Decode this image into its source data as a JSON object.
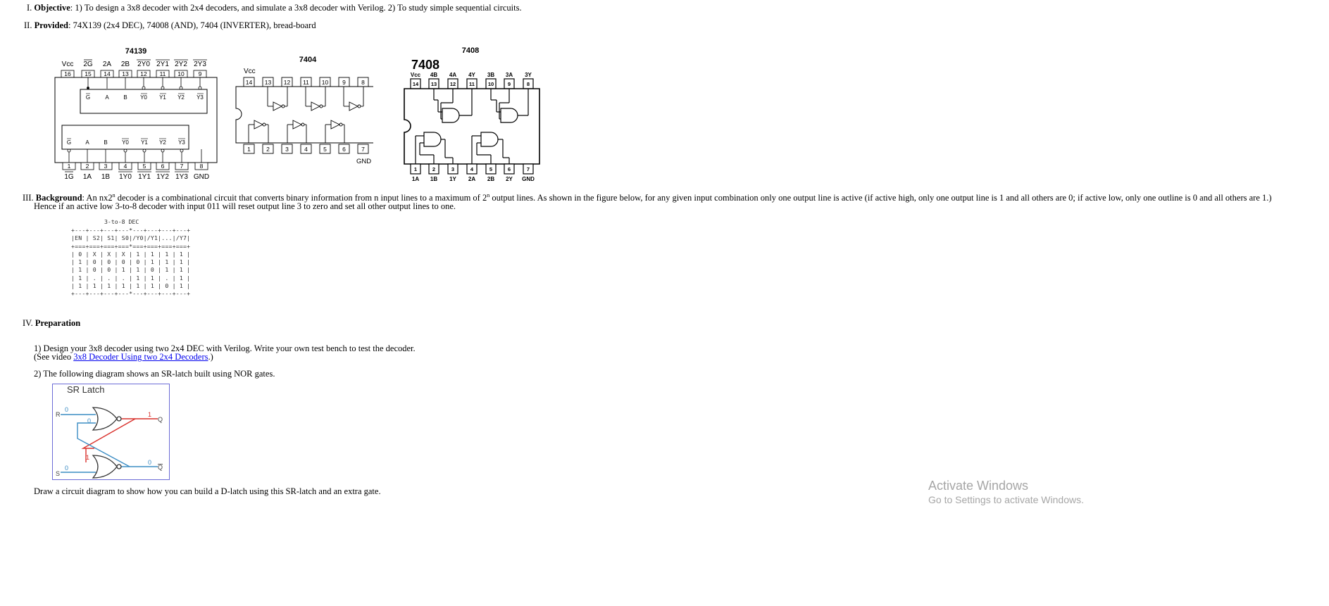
{
  "objective": {
    "prefix": "I.",
    "label": "Objective",
    "text": ": 1) To design a 3x8 decoder with 2x4 decoders, and simulate a 3x8 decoder with Verilog. 2) To study simple sequential circuits."
  },
  "provided": {
    "prefix": "II.",
    "label": "Provided",
    "text": ": 74X139 (2x4 DEC), 74008 (AND), 7404 (INVERTER), bread-board"
  },
  "chips": {
    "c74139": {
      "title": "74139",
      "top_labels": [
        "Vcc",
        "2G",
        "2A",
        "2B",
        "2Y0",
        "2Y1",
        "2Y2",
        "2Y3"
      ],
      "top_pins": [
        "16",
        "15",
        "14",
        "13",
        "12",
        "11",
        "10",
        "9"
      ],
      "upper_inner": [
        "G",
        "A",
        "B",
        "Y0",
        "Y1",
        "Y2",
        "Y3"
      ],
      "lower_inner": [
        "G",
        "A",
        "B",
        "Y0",
        "Y1",
        "Y2",
        "Y3"
      ],
      "bottom_pins": [
        "1",
        "2",
        "3",
        "4",
        "5",
        "6",
        "7",
        "8"
      ],
      "bottom_labels": [
        "1G",
        "1A",
        "1B",
        "1Y0",
        "1Y1",
        "1Y2",
        "1Y3",
        "GND"
      ]
    },
    "c7404": {
      "title": "7404",
      "vcc": "Vcc",
      "top_pins": [
        "14",
        "13",
        "12",
        "11",
        "10",
        "9",
        "8"
      ],
      "bottom_pins": [
        "1",
        "2",
        "3",
        "4",
        "5",
        "6",
        "7"
      ],
      "gnd": "GND"
    },
    "c7408": {
      "title": "7408",
      "name": "7408",
      "top_labels": [
        "Vcc",
        "4B",
        "4A",
        "4Y",
        "3B",
        "3A",
        "3Y"
      ],
      "top_pins": [
        "14",
        "13",
        "12",
        "11",
        "10",
        "9",
        "8"
      ],
      "bottom_pins": [
        "1",
        "2",
        "3",
        "4",
        "5",
        "6",
        "7"
      ],
      "bottom_labels": [
        "1A",
        "1B",
        "1Y",
        "2A",
        "2B",
        "2Y",
        "GND"
      ]
    }
  },
  "background": {
    "prefix": "III.",
    "label": "Background",
    "text_a": ": An nx2",
    "sup_a": "n",
    "text_b": " decoder is a combinational circuit that converts binary information from n input lines to a maximum of 2",
    "sup_b": "n",
    "text_c": " output lines. As shown in the figure below, for any given input combination only one output line is active (if active high, only one output line is 1 and all others are 0; if active low, only one outline is 0 and all others are 1.)",
    "line2": "Hence if an active low 3-to-8 decoder with input 011 will reset output line 3 to zero and set all other output lines to one."
  },
  "truth_table": {
    "caption": "3-to-8 DEC",
    "lines": [
      "+---+---+---+---*---+---+---+---+",
      "|EN | S2| S1| S0|/Y0|/Y1|...|/Y7|",
      "+===+===+===+===*===+===+===+===+",
      "| 0 | X | X | X | 1 | 1 | 1 | 1 |",
      "| 1 | 0 | 0 | 0 | 0 | 1 | 1 | 1 |",
      "| 1 | 0 | 0 | 1 | 1 | 0 | 1 | 1 |",
      "| 1 | . | . | . | 1 | 1 | . | 1 |",
      "| 1 | 1 | 1 | 1 | 1 | 1 | 0 | 1 |",
      "+---+---+---+---*---+---+---+---+"
    ]
  },
  "preparation": {
    "prefix": "IV.",
    "label": "Preparation",
    "item1": "1) Design your 3x8 decoder using two 2x4 DEC with Verilog. Write your own test bench to test the decoder.",
    "item1_note_pre": "(See video ",
    "item1_link": "3x8 Decoder Using two 2x4 Decoders",
    "item1_note_post": ".)",
    "item2": "2) The following diagram shows an SR-latch built using NOR gates.",
    "closing": "Draw a circuit diagram to show how you can build a D-latch using this SR-latch and an extra gate."
  },
  "sr_latch": {
    "title": "SR Latch",
    "r": "R",
    "s": "S",
    "q": "Q",
    "qbar": "Q",
    "r_val": "0",
    "s_val": "0",
    "top_in": "0",
    "bottom_in": "1",
    "q_val": "1",
    "qbar_val": "0",
    "blue": "#3c8dc4",
    "red": "#d9302b"
  },
  "watermark": {
    "line1": "Activate Windows",
    "line2": "Go to Settings to activate Windows."
  }
}
